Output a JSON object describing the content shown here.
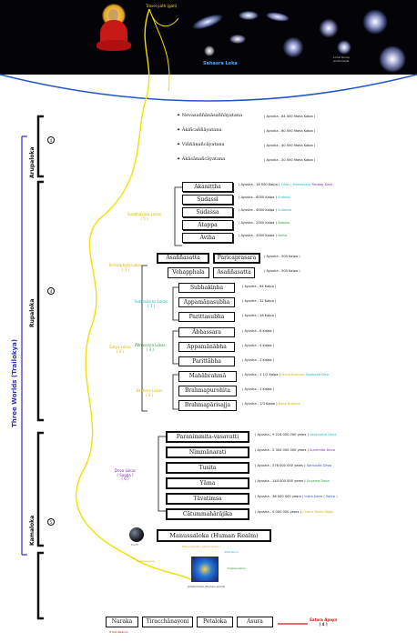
{
  "colors": {
    "bracket": "#111111",
    "three_worlds": "#2b2bd0",
    "yellow_path": "#f2e000",
    "deva_cyan": "#19b8c8",
    "brahma_yellow": "#d6b400",
    "purple": "#7a2aa8",
    "red": "#d01818",
    "green": "#2e9a3e",
    "blue_line": "#2255cc"
  },
  "top": {
    "top_caption": "Travel path (gati)",
    "galaxies_label": "Sahasra Loka",
    "galaxy_note_1": "Local Group",
    "galaxy_note_2": "Andromeda"
  },
  "side": {
    "three_worlds": "Three Worlds (Trailokya)",
    "arupaloka": "Arupaloka",
    "rupaloka": "Rupaloka",
    "kamaloka": "Kamaloka",
    "arupa_num": "4",
    "rupa_num": "4",
    "kama_num": "5"
  },
  "arupa": [
    {
      "name": "Nevasaññānāsaññāyatana",
      "ayusha": "( Ayusha - 84 000 Maha Kalpa )"
    },
    {
      "name": "Ākiñcaññāyatana",
      "ayusha": "( Ayusha - 60 000 Maha Kalpa )"
    },
    {
      "name": "Viññāṇañcāyatana",
      "ayusha": "( Ayusha - 40 000 Maha Kalpa )"
    },
    {
      "name": "Ākāsānañcāyatana",
      "ayusha": "( Ayusha - 20 000 Maha Kalpa )"
    }
  ],
  "suddhavasa": {
    "label": "Suddhāvāsa Lokas",
    "count": "( 5 )",
    "realms": [
      {
        "name": "Akaniṭṭha",
        "ayusha": "( Ayusha - 16 000 Kalpa )",
        "extra": "Sihas | Mahesvara",
        "extra2": "Pandav Devi"
      },
      {
        "name": "Sudassī",
        "ayusha": "( Ayusha - 8000 Kalpa )",
        "extra": "Sudassī"
      },
      {
        "name": "Sudassa",
        "ayusha": "( Ayusha - 4000 Kalpa )",
        "extra": "Sudassa"
      },
      {
        "name": "Atappa",
        "ayusha": "( Ayusha - 2000 Kalpa )",
        "extra": "Atappa"
      },
      {
        "name": "Aviha",
        "ayusha": "( Ayusha - 1000 Kalpa )",
        "extra": "Aviha"
      }
    ]
  },
  "brihatphala": {
    "label": "Brihatphala Lokas",
    "count": "( 3 )",
    "row1": [
      "Asaññasatta",
      "Paricaprasara"
    ],
    "row2": [
      "Vehapphala",
      "Asaññasatta"
    ],
    "ayusha1": "( Ayusha - 500 Kalpa )",
    "ayusha2": "( Ayusha - 500 Kalpa )"
  },
  "subhakinna": {
    "label": "Subhakiṇṇa Lokas",
    "count": "( 3 )",
    "realms": [
      {
        "name": "Subhakiṇha",
        "ayusha": "( Ayusha - 64 Kalpa )"
      },
      {
        "name": "Appamāṇasubha",
        "ayusha": "( Ayusha - 32 Kalpa )"
      },
      {
        "name": "Parittasubha",
        "ayusha": "( Ayusha - 16 Kalpa )"
      }
    ]
  },
  "abhassara": {
    "label": "Ābhassara Lokas",
    "count": "( 3 )",
    "realms": [
      {
        "name": "Ābhassara",
        "ayusha": "( Ayusha - 8 Kalpa )"
      },
      {
        "name": "Appamāṇābha",
        "ayusha": "( Ayusha - 4 Kalpa )"
      },
      {
        "name": "Parittābha",
        "ayusha": "( Ayusha - 2 Kalpa )"
      }
    ]
  },
  "brahma": {
    "label": "Brahma Lokas",
    "count": "( 3 )",
    "realms": [
      {
        "name": "Mahābrahmā",
        "ayusha": "( Ayusha - 1 1/2 Kalpa )",
        "extra": "Maha Brahma",
        "extra2": "Sarasvati Devi"
      },
      {
        "name": "Brahmapurohita",
        "ayusha": "( Ayusha - 1 Kalpa )"
      },
      {
        "name": "Brahmapārisajja",
        "ayusha": "( Ayusha - 1/3 Kalpa )",
        "extra": "Baka Brahma"
      }
    ]
  },
  "satya_label": "Satya Lokas",
  "satya_count": "( 3 )",
  "deva": {
    "label": "Deva Lokas",
    "label2": "( Sagga )",
    "count": "( 6 )",
    "realms": [
      {
        "name": "Paranimmita-vasavatti",
        "ayusha": "( Ayusha - 9 216 000 000 years )",
        "extra": "Vasavattin Deva"
      },
      {
        "name": "Nimmānarati",
        "ayusha": "( Ayusha - 2 304 000 000 years )",
        "extra": "Sunirmita Deva"
      },
      {
        "name": "Tusita",
        "ayusha": "( Ayusha - 576 000 000 years )",
        "extra": "Santusita Deva"
      },
      {
        "name": "Yāma",
        "ayusha": "( Ayusha - 144 000 000 years )",
        "extra": "Suyama Deva"
      },
      {
        "name": "Tāvatiṃsa",
        "ayusha": "( Ayusha - 36 000 000 years )",
        "extra": "Indra Deva ( Sakra )"
      },
      {
        "name": "Cātummahārājika",
        "ayusha": "( Ayusha - 9 000 000 years )",
        "extra": "Chatur Maha Rajas"
      }
    ]
  },
  "human": {
    "name": "Manussaloka (Human Realm)",
    "earth": "Earth",
    "notes": [
      "Manussaloka ( Jambudvipa )",
      "Aparagoyana",
      "Uttarakuru",
      "Pubbavideha"
    ],
    "bottom_note": "Jambudvipa (Human world)"
  },
  "apaya": {
    "realms": [
      "Naraka",
      "Tiracchānayoni",
      "Petaloka",
      "Asura"
    ],
    "label": "Satara Apaya",
    "count": "( 4 )",
    "hell_note": "8 Hell Realms"
  }
}
